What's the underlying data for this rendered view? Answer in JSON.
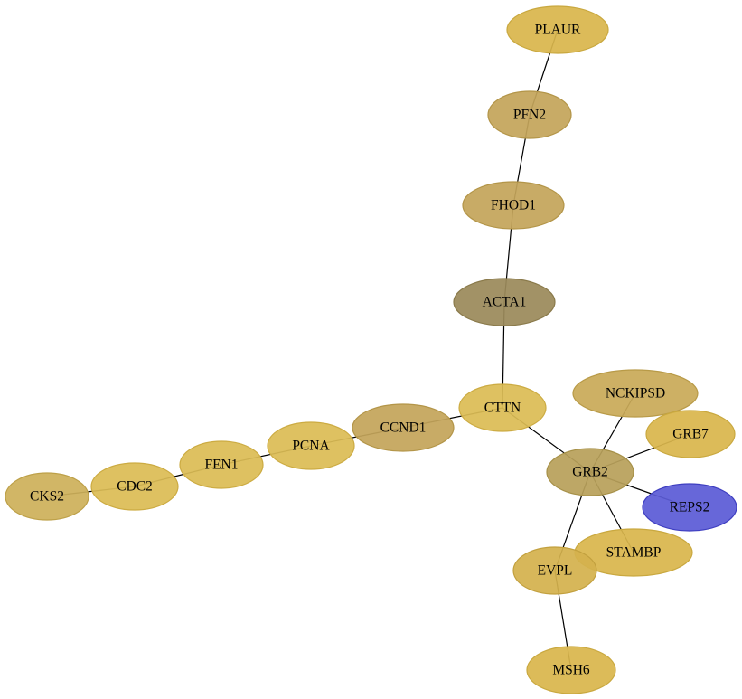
{
  "graph": {
    "nodes": [
      {
        "id": "PLAUR",
        "label": "PLAUR",
        "fill": "#D9B64C",
        "stroke": "#C9A83F"
      },
      {
        "id": "PFN2",
        "label": "PFN2",
        "fill": "#C4A55A",
        "stroke": "#B39548"
      },
      {
        "id": "FHOD1",
        "label": "FHOD1",
        "fill": "#C4A55A",
        "stroke": "#B39548"
      },
      {
        "id": "ACTA1",
        "label": "ACTA1",
        "fill": "#9B8A5A",
        "stroke": "#8A7A4B"
      },
      {
        "id": "CTTN",
        "label": "CTTN",
        "fill": "#DBBC55",
        "stroke": "#CCAB42"
      },
      {
        "id": "CCND1",
        "label": "CCND1",
        "fill": "#C4A55A",
        "stroke": "#B39548"
      },
      {
        "id": "PCNA",
        "label": "PCNA",
        "fill": "#DBBC55",
        "stroke": "#CCAB42"
      },
      {
        "id": "FEN1",
        "label": "FEN1",
        "fill": "#DBBC55",
        "stroke": "#CCAB42"
      },
      {
        "id": "CDC2",
        "label": "CDC2",
        "fill": "#DBBC55",
        "stroke": "#CCAB42"
      },
      {
        "id": "CKS2",
        "label": "CKS2",
        "fill": "#CEB05A",
        "stroke": "#BDA048"
      },
      {
        "id": "NCKIPSD",
        "label": "NCKIPSD",
        "fill": "#C9AA58",
        "stroke": "#B89A47"
      },
      {
        "id": "GRB7",
        "label": "GRB7",
        "fill": "#D9B64C",
        "stroke": "#C9A83F"
      },
      {
        "id": "GRB2",
        "label": "GRB2",
        "fill": "#B8A05A",
        "stroke": "#A69048"
      },
      {
        "id": "REPS2",
        "label": "REPS2",
        "fill": "#5B5BD6",
        "stroke": "#3E3EC0"
      },
      {
        "id": "STAMBP",
        "label": "STAMBP",
        "fill": "#D9B64C",
        "stroke": "#C9A83F"
      },
      {
        "id": "EVPL",
        "label": "EVPL",
        "fill": "#D4B14E",
        "stroke": "#C2A03E"
      },
      {
        "id": "MSH6",
        "label": "MSH6",
        "fill": "#D9B64C",
        "stroke": "#C9A83F"
      }
    ],
    "edges": [
      [
        "PLAUR",
        "PFN2"
      ],
      [
        "PFN2",
        "FHOD1"
      ],
      [
        "FHOD1",
        "ACTA1"
      ],
      [
        "ACTA1",
        "CTTN"
      ],
      [
        "CTTN",
        "CCND1"
      ],
      [
        "CCND1",
        "PCNA"
      ],
      [
        "PCNA",
        "FEN1"
      ],
      [
        "FEN1",
        "CDC2"
      ],
      [
        "CDC2",
        "CKS2"
      ],
      [
        "CTTN",
        "GRB2"
      ],
      [
        "GRB2",
        "NCKIPSD"
      ],
      [
        "GRB2",
        "GRB7"
      ],
      [
        "GRB2",
        "REPS2"
      ],
      [
        "GRB2",
        "STAMBP"
      ],
      [
        "GRB2",
        "EVPL"
      ],
      [
        "EVPL",
        "MSH6"
      ]
    ]
  }
}
